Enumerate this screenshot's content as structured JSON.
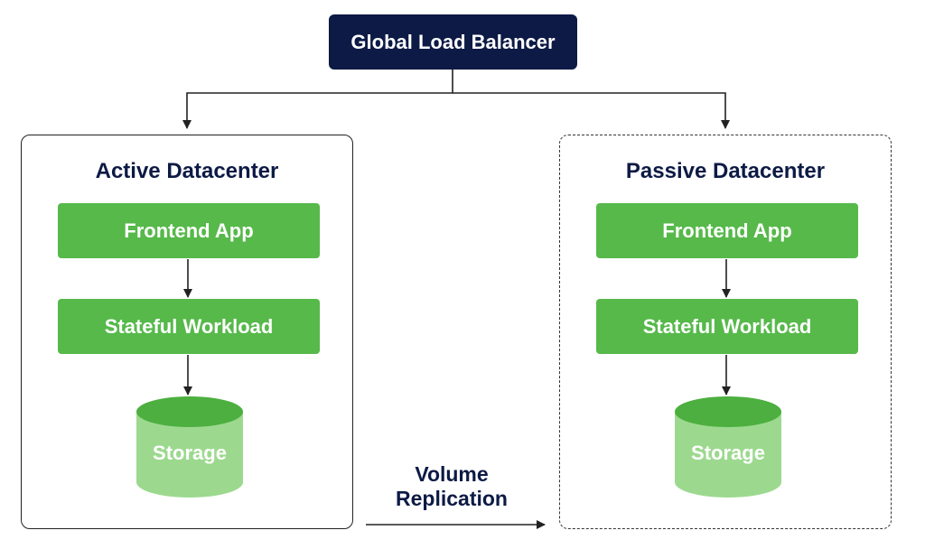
{
  "load_balancer": {
    "label": "Global Load Balancer"
  },
  "active_dc": {
    "title": "Active Datacenter",
    "frontend": "Frontend App",
    "stateful": "Stateful Workload",
    "storage": "Storage"
  },
  "passive_dc": {
    "title": "Passive Datacenter",
    "frontend": "Frontend App",
    "stateful": "Stateful Workload",
    "storage": "Storage"
  },
  "replication": {
    "line1": "Volume",
    "line2": "Replication"
  },
  "colors": {
    "navy": "#0c1a45",
    "green": "#56b94a",
    "storage_light": "#9cd98f",
    "storage_top": "#4caf3f",
    "line": "#222222"
  }
}
